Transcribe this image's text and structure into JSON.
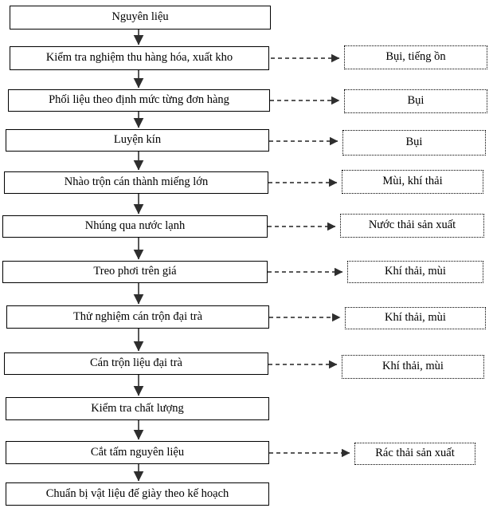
{
  "diagram": {
    "colors": {
      "box_border": "#000000",
      "background": "#ffffff",
      "flow_arrow": "#3a3a3a",
      "emission_arrow": "#222222",
      "text": "#000000"
    },
    "steps": [
      {
        "label": "Nguyên liệu"
      },
      {
        "label": "Kiểm tra nghiệm thu hàng hóa, xuất kho",
        "emission": "Bụi, tiếng ồn"
      },
      {
        "label": "Phối liệu theo định mức từng đơn hàng",
        "emission": "Bụi"
      },
      {
        "label": "Luyện kín",
        "emission": "Bụi"
      },
      {
        "label": "Nhào trộn cán thành miếng lớn",
        "emission": "Mùi, khí thải"
      },
      {
        "label": "Nhúng qua nước lạnh",
        "emission": "Nước thải sản xuất"
      },
      {
        "label": "Treo phơi trên giá",
        "emission": "Khí thải, mùi"
      },
      {
        "label": "Thử nghiệm cán trộn đại trà",
        "emission": "Khí thải, mùi"
      },
      {
        "label": "Cán trộn liệu đại trà",
        "emission": "Khí thải, mùi"
      },
      {
        "label": "Kiểm tra chất lượng"
      },
      {
        "label": "Cắt tấm nguyên liệu",
        "emission": "Rác thải sản xuất"
      },
      {
        "label": "Chuẩn bị vật liệu đế giày theo kế hoạch"
      }
    ]
  }
}
